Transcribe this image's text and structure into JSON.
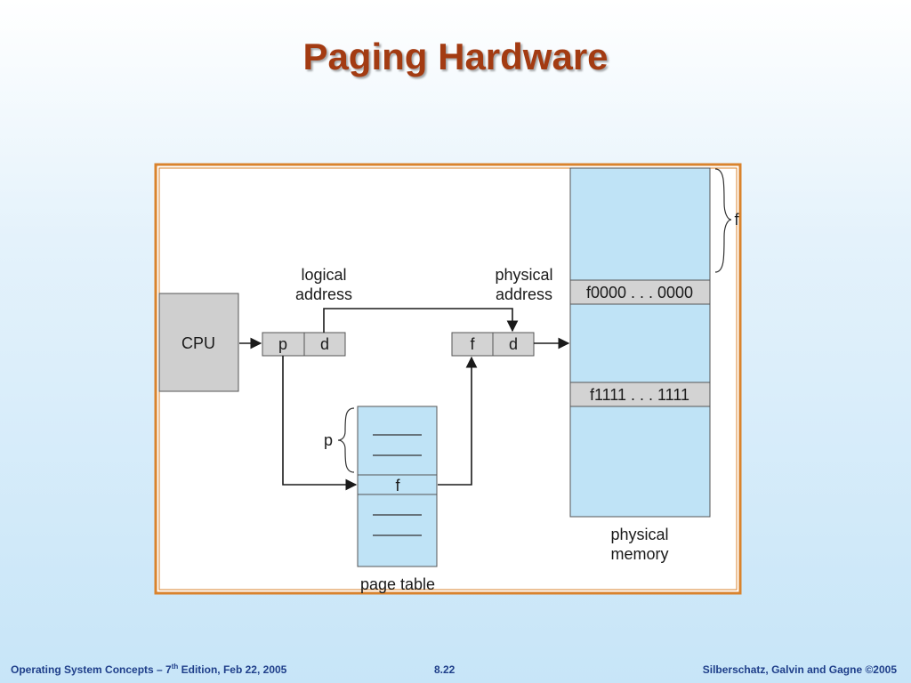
{
  "slide": {
    "title": "Paging Hardware"
  },
  "diagram": {
    "cpu_label": "CPU",
    "logical_address": {
      "line1": "logical",
      "line2": "address",
      "p": "p",
      "d": "d"
    },
    "physical_address": {
      "line1": "physical",
      "line2": "address",
      "f": "f",
      "d": "d"
    },
    "page_table": {
      "label": "page table",
      "entry": "f",
      "index_label": "p"
    },
    "physical_memory": {
      "label_line1": "physical",
      "label_line2": "memory",
      "frame_start": "f0000 . . . 0000",
      "frame_end": "f1111 . . . 1111",
      "frame_brace": "f"
    }
  },
  "footer": {
    "left_text": "Operating System Concepts – 7",
    "left_sup": "th",
    "left_rest": " Edition, Feb 22, 2005",
    "page": "8.22",
    "right": "Silberschatz, Galvin and Gagne ©2005"
  },
  "colors": {
    "title": "#a33b12",
    "frame_border": "#d9832d",
    "memory_fill": "#bfe3f6",
    "box_fill": "#d3d3d3",
    "footer_text": "#1f3f8a"
  }
}
